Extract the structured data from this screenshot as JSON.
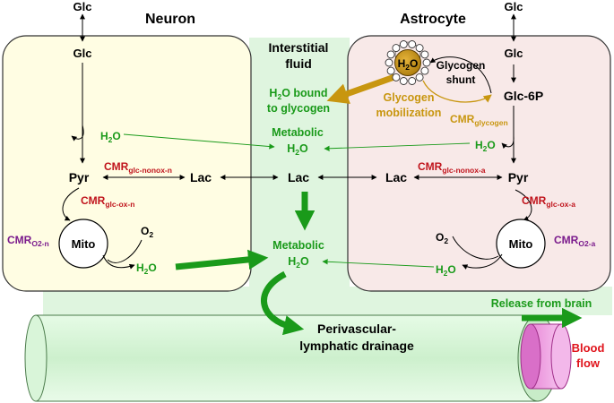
{
  "regions": {
    "neuron": "Neuron",
    "astrocyte": "Astrocyte",
    "interstitial_line1": "Interstitial",
    "interstitial_line2": "fluid"
  },
  "labels": {
    "glc": "Glc",
    "pyr": "Pyr",
    "lac": "Lac",
    "mito": "Mito",
    "h2o": "H2O",
    "o2": "O2",
    "glc6p": "Glc-6P",
    "glycogen_shunt_1": "Glycogen",
    "glycogen_shunt_2": "shunt",
    "glycogen_mob_1": "Glycogen",
    "glycogen_mob_2": "mobilization",
    "h2o_bound_1": "H2O bound",
    "h2o_bound_2": "to glycogen",
    "metabolic": "Metabolic",
    "perivascular_1": "Perivascular-",
    "perivascular_2": "lymphatic drainage",
    "release": "Release from brain",
    "blood_1": "Blood",
    "blood_2": "flow"
  },
  "rates": {
    "cmr": "CMR",
    "glc_nonox_n": "glc-nonox-n",
    "glc_ox_n": "glc-ox-n",
    "o2_n": "O2-n",
    "glc_nonox_a": "glc-nonox-a",
    "glc_ox_a": "glc-ox-a",
    "o2_a": "O2-a",
    "glycogen": "glycogen"
  },
  "colors": {
    "neuron_fill": "#fffde3",
    "astro_fill": "#f8e9e8",
    "interstitial_fill": "#dff5df",
    "green": "#1a9a1a",
    "red": "#c0141c",
    "purple": "#7a1a8c",
    "gold": "#c8960f"
  }
}
